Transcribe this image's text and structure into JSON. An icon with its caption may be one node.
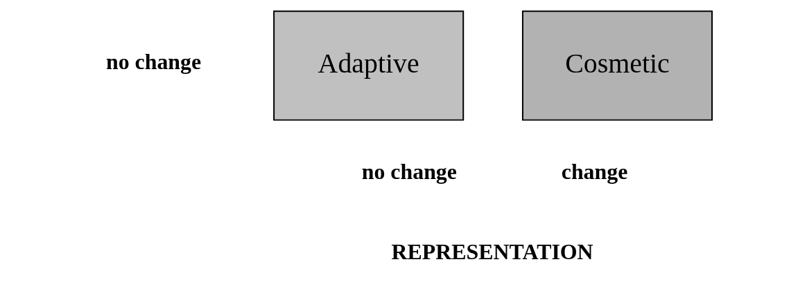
{
  "diagram": {
    "nodes": [
      {
        "text": [
          "Adaptive"
        ]
      },
      {
        "text": [
          "Cosmetic"
        ]
      }
    ],
    "edges": [],
    "labels": [
      "no change",
      "no change",
      "change",
      "REPRESENTATION"
    ]
  }
}
